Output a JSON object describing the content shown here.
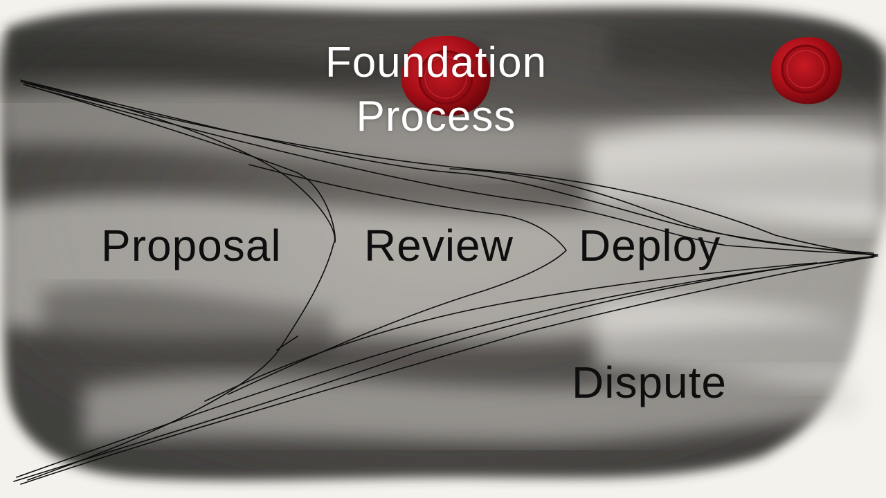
{
  "title": {
    "line1": "Foundation",
    "line2": "Process"
  },
  "stages": {
    "proposal": "Proposal",
    "review": "Review",
    "deploy": "Deploy",
    "dispute": "Dispute"
  },
  "colors": {
    "ink_wash": "#3a3836",
    "paper": "#f4f2ec",
    "wax_seal": "#b0101a",
    "title_text": "#ffffff",
    "label_text": "#0e0e0e"
  },
  "icons": {
    "seal_center": "wax-seal-icon",
    "seal_top_right": "wax-seal-icon"
  }
}
